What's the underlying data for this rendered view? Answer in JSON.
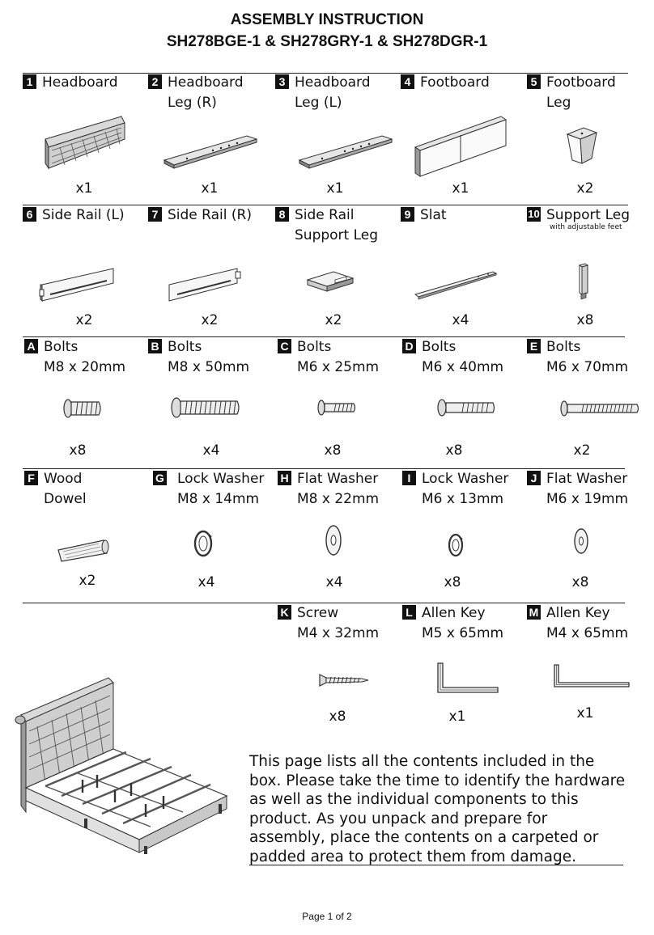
{
  "header": {
    "title": "ASSEMBLY INSTRUCTION",
    "models": "SH278BGE-1 & SH278GRY-1 & SH278DGR-1"
  },
  "parts": [
    {
      "id": "1",
      "name": "Headboard",
      "qty": "x1"
    },
    {
      "id": "2",
      "name": "Headboard",
      "name2": "Leg (R)",
      "qty": "x1"
    },
    {
      "id": "3",
      "name": "Headboard",
      "name2": "Leg (L)",
      "qty": "x1"
    },
    {
      "id": "4",
      "name": "Footboard",
      "qty": "x1"
    },
    {
      "id": "5",
      "name": "Footboard",
      "name2": "Leg",
      "qty": "x2"
    },
    {
      "id": "6",
      "name": "Side Rail (L)",
      "qty": "x2"
    },
    {
      "id": "7",
      "name": "Side Rail (R)",
      "qty": "x2"
    },
    {
      "id": "8",
      "name": "Side Rail",
      "name2": "Support Leg",
      "qty": "x2"
    },
    {
      "id": "9",
      "name": "Slat",
      "qty": "x4"
    },
    {
      "id": "10",
      "name": "Support Leg",
      "note": "with adjustable feet",
      "qty": "x8"
    }
  ],
  "hardware": [
    {
      "id": "A",
      "name": "Bolts",
      "name2": "M8 x 20mm",
      "qty": "x8"
    },
    {
      "id": "B",
      "name": "Bolts",
      "name2": "M8 x 50mm",
      "qty": "x4"
    },
    {
      "id": "C",
      "name": "Bolts",
      "name2": "M6 x 25mm",
      "qty": "x8"
    },
    {
      "id": "D",
      "name": "Bolts",
      "name2": "M6 x 40mm",
      "qty": "x8"
    },
    {
      "id": "E",
      "name": "Bolts",
      "name2": "M6 x 70mm",
      "qty": "x2"
    },
    {
      "id": "F",
      "name": "Wood",
      "name2": "Dowel",
      "qty": "x2"
    },
    {
      "id": "G",
      "name": "Lock Washer",
      "name2": "M8 x 14mm",
      "qty": "x4"
    },
    {
      "id": "H",
      "name": "Flat Washer",
      "name2": "M8 x 22mm",
      "qty": "x4"
    },
    {
      "id": "I",
      "name": "Lock Washer",
      "name2": "M6 x 13mm",
      "qty": "x8"
    },
    {
      "id": "J",
      "name": "Flat Washer",
      "name2": "M6 x 19mm",
      "qty": "x8"
    },
    {
      "id": "K",
      "name": "Screw",
      "name2": "M4 x 32mm",
      "qty": "x8"
    },
    {
      "id": "L",
      "name": "Allen Key",
      "name2": "M5 x 65mm",
      "qty": "x1"
    },
    {
      "id": "M",
      "name": "Allen Key",
      "name2": "M4 x 65mm",
      "qty": "x1"
    }
  ],
  "notice": "This page lists all the contents included in the box. Please take the time to identify the hardware as well as the individual components to this product. As you unpack and prepare for assembly, place the contents on a carpeted or padded area to protect them from damage.",
  "footer": {
    "page": "Page 1 of 2"
  }
}
